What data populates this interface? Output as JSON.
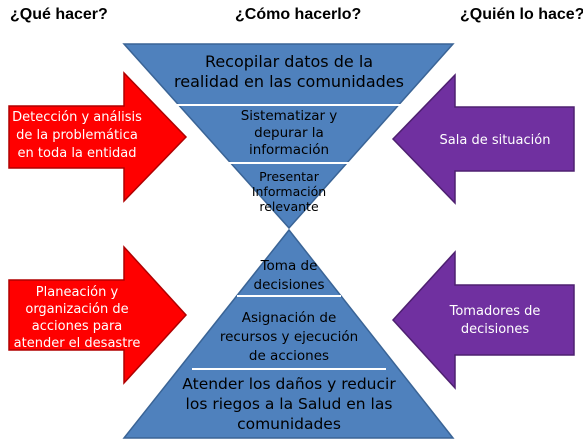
{
  "headers": {
    "what": "¿Qué hacer?",
    "how": "¿Cómo hacerlo?",
    "who": "¿Quién lo hace?"
  },
  "funnel": {
    "level1": [
      "Recopilar datos de la",
      "realidad en las comunidades"
    ],
    "level2": [
      "Sistematizar y",
      "depurar la",
      "información"
    ],
    "level3": [
      "Presentar",
      "Información",
      "relevante"
    ]
  },
  "pyramid": {
    "level1": [
      "Toma de",
      "decisiones"
    ],
    "level2": [
      "Asignación de",
      "recursos y ejecución",
      "de acciones"
    ],
    "level3": [
      "Atender los daños y reducir",
      "los riegos a la Salud en las",
      "comunidades"
    ]
  },
  "left_arrows": {
    "top": [
      "Detección y análisis",
      "de la problemática",
      "en toda la entidad"
    ],
    "bottom": [
      "Planeación y",
      "organización de",
      "acciones para",
      "atender el desastre"
    ]
  },
  "right_arrows": {
    "top": [
      "Sala de situación"
    ],
    "bottom": [
      "Tomadores de",
      "decisiones"
    ]
  },
  "colors": {
    "blue_fill": "#4F81BD",
    "blue_edge": "#3A6496",
    "red_fill": "#FF0000",
    "red_edge": "#B00000",
    "purple_fill": "#7030A0",
    "purple_edge": "#4E2070",
    "separator": "#ffffff"
  }
}
